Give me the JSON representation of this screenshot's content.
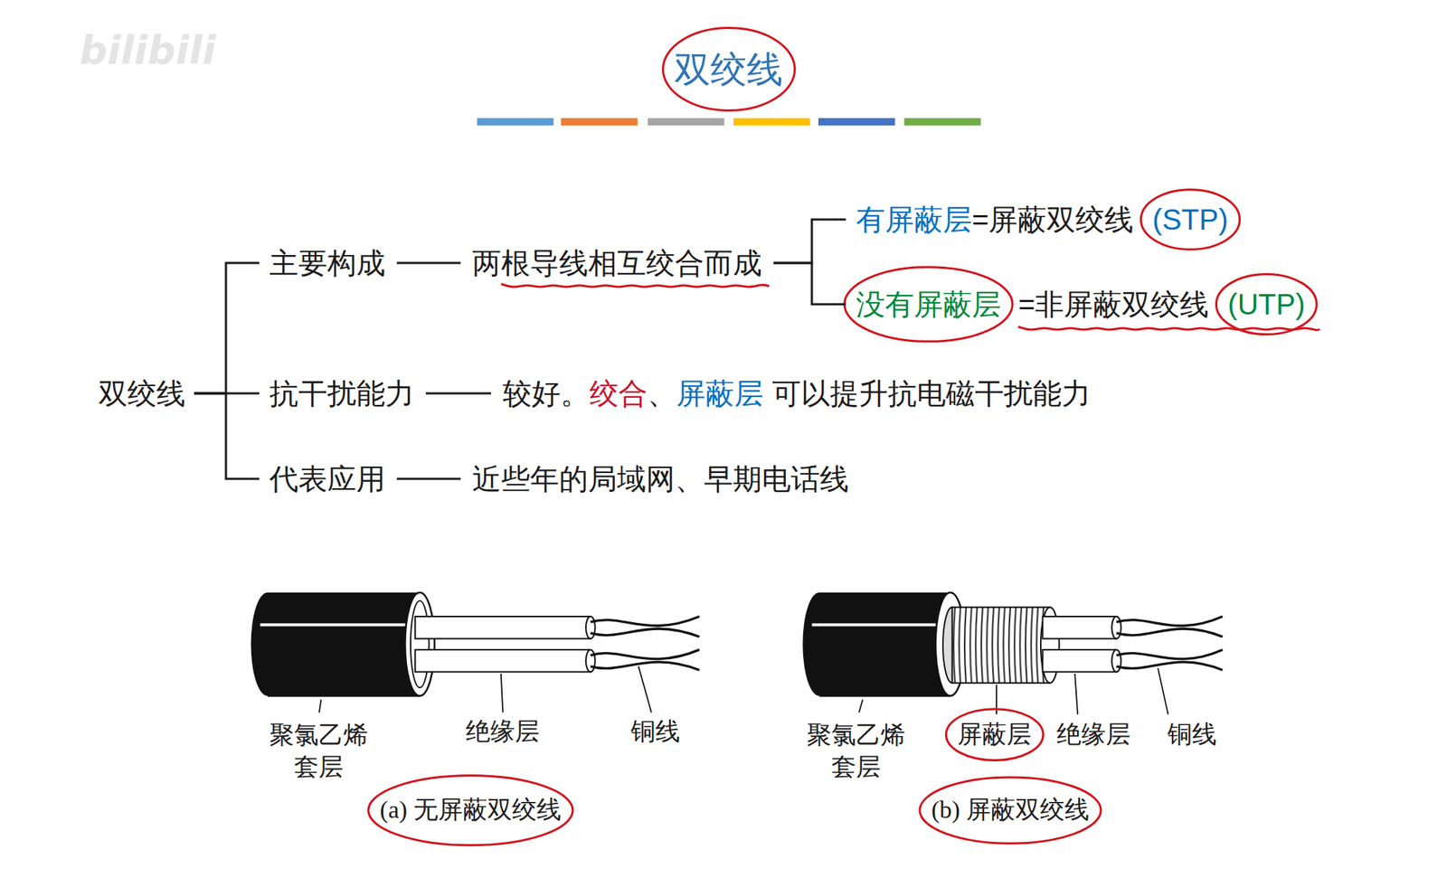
{
  "diagram": {
    "title": "双绞线",
    "nodes": [
      {
        "text": [
          "双绞线"
        ]
      },
      {
        "text": [
          "主要构成"
        ]
      },
      {
        "text": [
          "两根导线相互绞合而成"
        ]
      },
      {
        "text": [
          "有屏蔽层",
          "=屏蔽双绞线",
          "(STP)"
        ]
      },
      {
        "text": [
          "没有屏蔽层",
          "=非屏蔽双绞线",
          "(UTP)"
        ]
      },
      {
        "text": [
          "抗干扰能力"
        ]
      },
      {
        "text": [
          "较好。",
          "绞合",
          "、",
          "屏蔽层",
          "可以提升抗电磁干扰能力"
        ]
      },
      {
        "text": [
          "代表应用"
        ]
      },
      {
        "text": [
          "近些年的局域网、早期电话线"
        ]
      }
    ],
    "edges": [
      {
        "from": 0,
        "to": 1,
        "arrow": "none"
      },
      {
        "from": 0,
        "to": 5,
        "arrow": "none"
      },
      {
        "from": 0,
        "to": 7,
        "arrow": "none"
      },
      {
        "from": 1,
        "to": 2,
        "arrow": "none"
      },
      {
        "from": 2,
        "to": 3,
        "arrow": "none"
      },
      {
        "from": 2,
        "to": 4,
        "arrow": "none"
      },
      {
        "from": 5,
        "to": 6,
        "arrow": "none"
      },
      {
        "from": 7,
        "to": 8,
        "arrow": "none"
      }
    ],
    "labels": [
      "bilibili",
      "聚氯乙烯 套层",
      "绝缘层",
      "铜线",
      "(a) 无屏蔽双绞线",
      "聚氯乙烯 套层",
      "屏蔽层",
      "绝缘层",
      "铜线",
      "(b) 屏蔽双绞线"
    ]
  }
}
